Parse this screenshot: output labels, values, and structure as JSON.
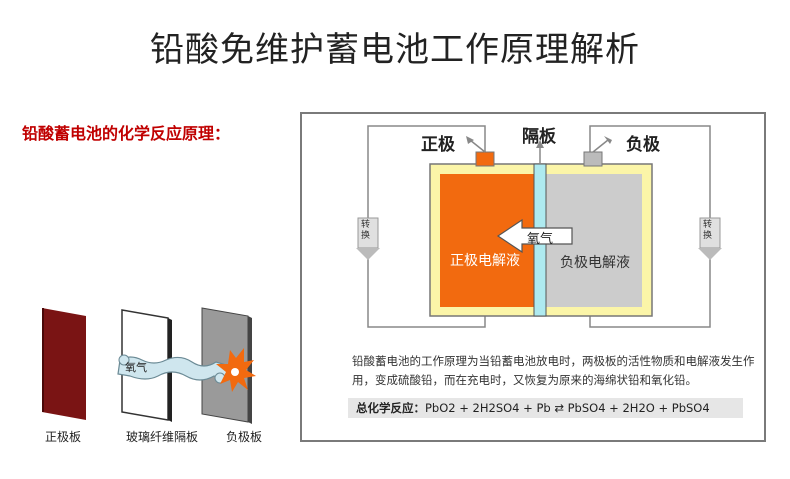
{
  "title": "铅酸免维护蓄电池工作原理解析",
  "subtitle": "铅酸蓄电池的化学反应原理：",
  "diagram": {
    "positive_label": "正极",
    "separator_label": "隔板",
    "negative_label": "负极",
    "oxygen_label": "氧气",
    "positive_electrolyte": "正极电解液",
    "negative_electrolyte": "负极电解液",
    "convert_label_left": "转换",
    "convert_label_right": "转换"
  },
  "description": "铅酸蓄电池的工作原理为当铅蓄电池放电时，两极板的活性物质和电解液发生作用，变成硫酸铅，而在充电时，又恢复为原来的海绵状铅和氧化铅。",
  "formula": {
    "label": "总化学反应：",
    "equation": "PbO2 + 2H2SO4 + Pb ⇄ PbSO4 + 2H2O + PbSO4"
  },
  "plates": {
    "positive_plate": "正极板",
    "separator_plate": "玻璃纤维隔板",
    "negative_plate": "负极板",
    "oxygen_label": "氧气"
  },
  "colors": {
    "positive": "#f26a0f",
    "negative": "#cccccc",
    "separator": "#aeeaf0",
    "case": "#fbf5a8",
    "red_plate": "#7a1010"
  }
}
